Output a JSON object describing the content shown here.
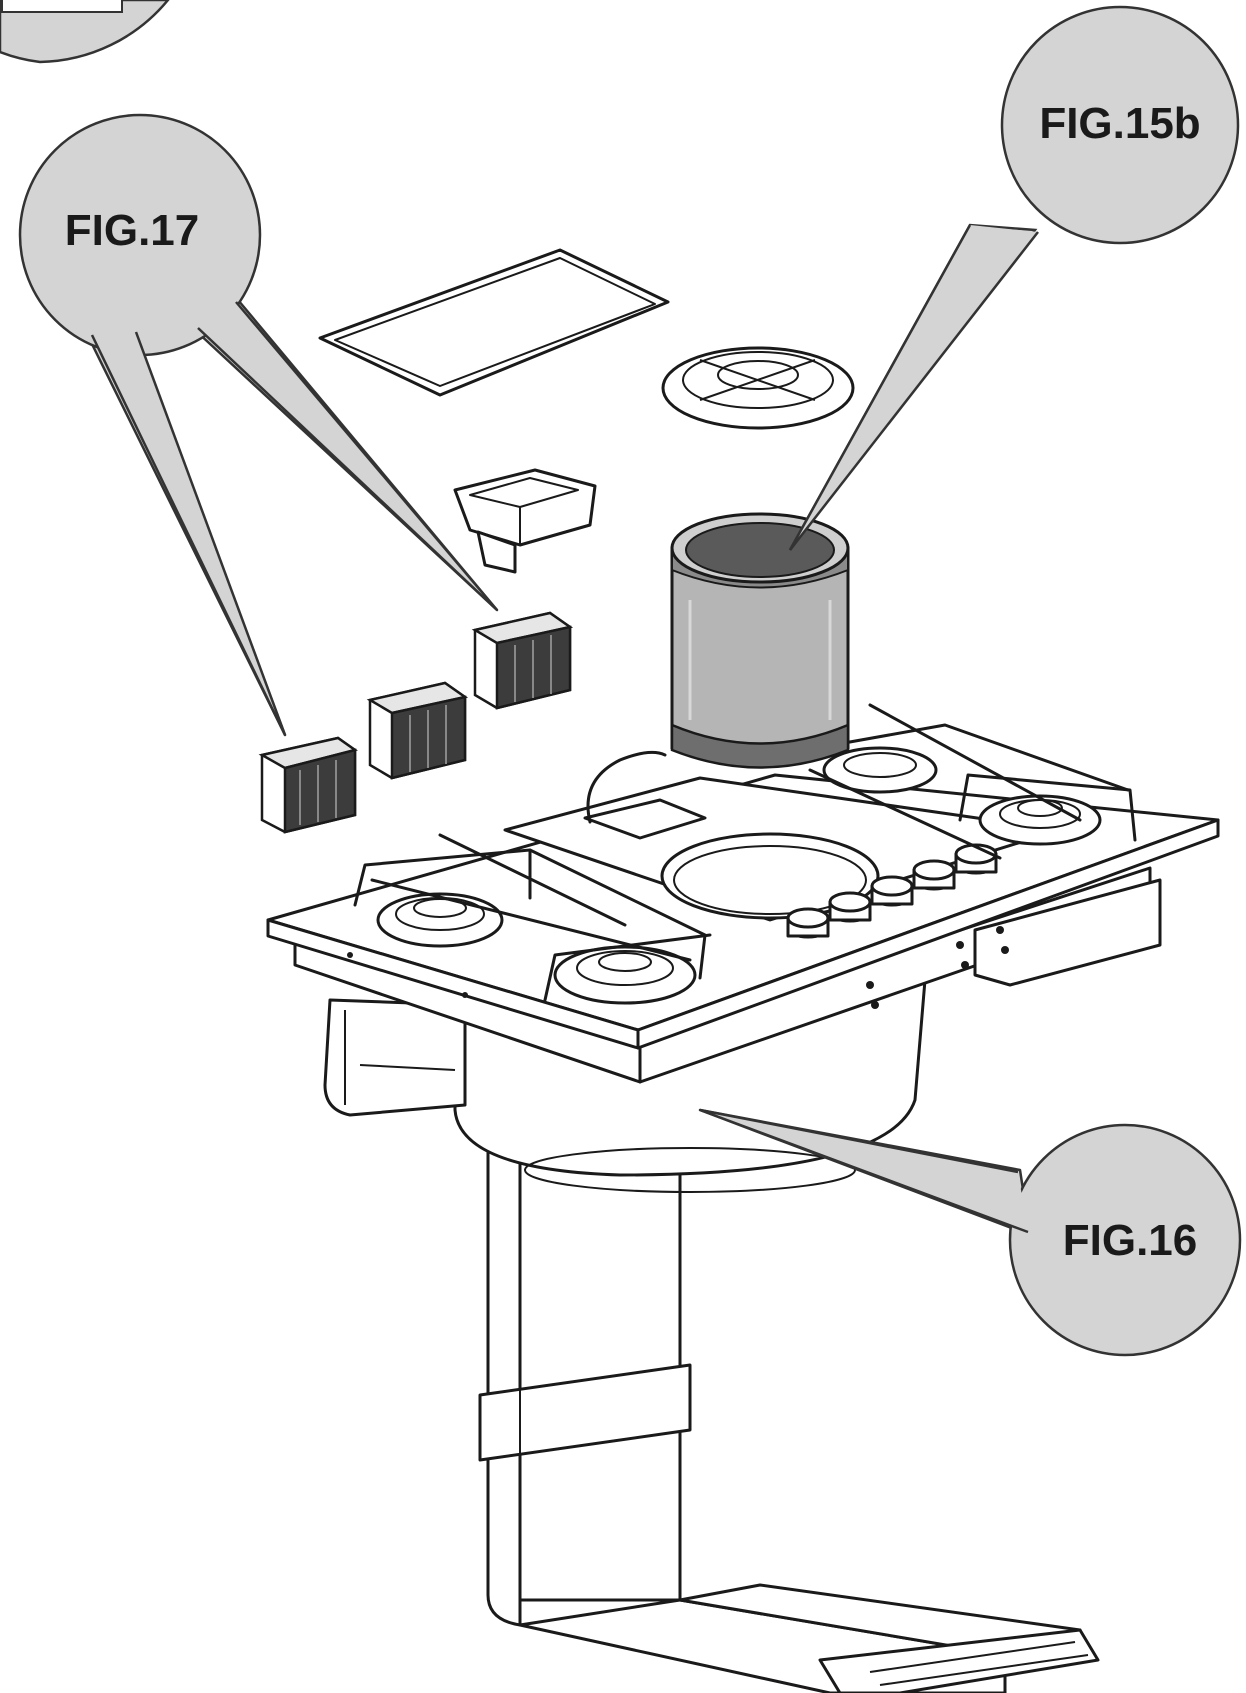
{
  "callouts": {
    "fig17": "FIG.17",
    "fig15b": "FIG.15b",
    "fig16": "FIG.16"
  },
  "colors": {
    "bubble_fill": "#d4d4d4",
    "line": "#1a1a1a",
    "filter_dark": "#3c3c3c",
    "cylinder_body": "#b5b5b5",
    "cylinder_top": "#5a5a5a"
  }
}
